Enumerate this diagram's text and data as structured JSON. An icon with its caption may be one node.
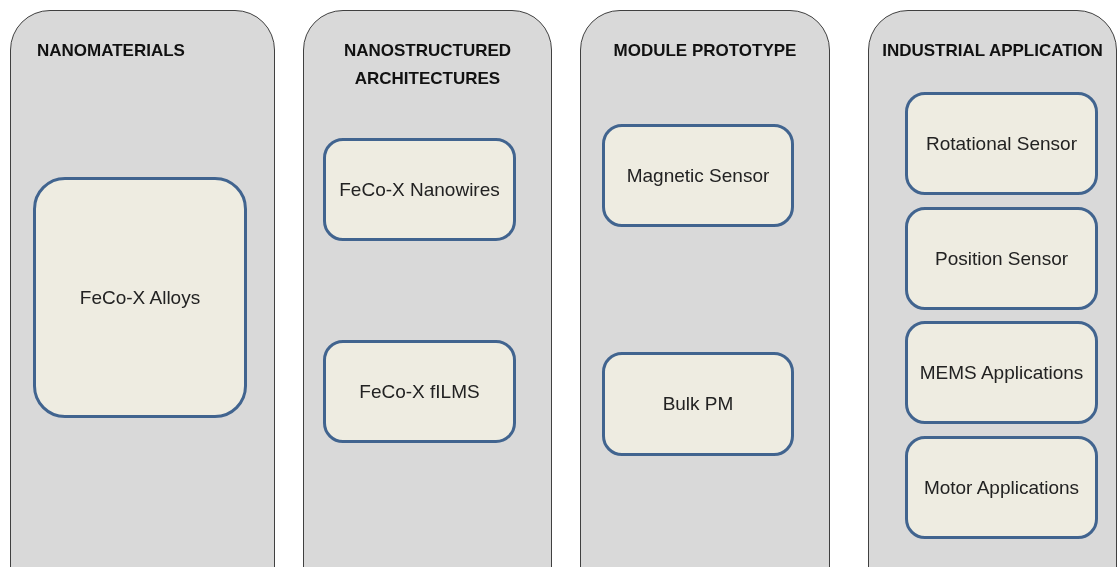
{
  "diagram": {
    "nodes": [
      {
        "text": [
          "NANOMATERIALS"
        ]
      },
      {
        "text": [
          "FeCo-X Alloys"
        ],
        "in": 0
      },
      {
        "text": [
          "NANOSTRUCTURED ARCHITECTURES"
        ]
      },
      {
        "text": [
          "FeCo-X Nanowires"
        ],
        "in": 2
      },
      {
        "text": [
          "FeCo-X fILMS"
        ],
        "in": 2
      },
      {
        "text": [
          "MODULE PROTOTYPE"
        ]
      },
      {
        "text": [
          "Magnetic Sensor"
        ],
        "in": 5
      },
      {
        "text": [
          "Bulk PM"
        ],
        "in": 5
      },
      {
        "text": [
          "INDUSTRIAL APPLICATION"
        ]
      },
      {
        "text": [
          "Rotational Sensor"
        ],
        "in": 8
      },
      {
        "text": [
          "Position Sensor"
        ],
        "in": 8
      },
      {
        "text": [
          "MEMS Applications"
        ],
        "in": 8
      },
      {
        "text": [
          "Motor Applications"
        ],
        "in": 8
      }
    ]
  }
}
